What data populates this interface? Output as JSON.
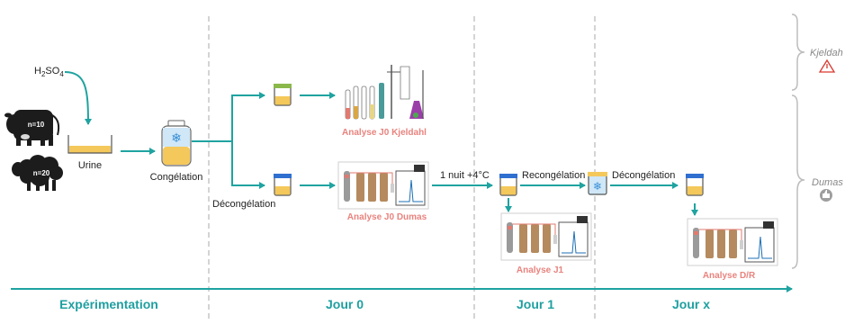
{
  "colors": {
    "teal": "#1fa3a0",
    "brace": "#bdbdbd",
    "red_label": "#e8837e",
    "timeline_text": "#1f9fa0"
  },
  "labels": {
    "reagent_main": "H",
    "reagent_sub": "2",
    "reagent_rest": "SO",
    "reagent_sub2": "4",
    "urine": "Urine",
    "cow_count": "n=10",
    "sheep_count": "n=20",
    "freezing": "Congélation",
    "thawing": "Décongélation",
    "overnight": "1 nuit +4°C",
    "refreezing": "Recongélation",
    "thawing2": "Décongélation",
    "analysis_kjeldahl": "Analyse J0 Kjeldahl",
    "analysis_dumas": "Analyse J0 Dumas",
    "analysis_j1": "Analyse J1",
    "analysis_dr": "Analyse D/R",
    "method_kjeldahl": "Kjeldah",
    "method_dumas": "Dumas"
  },
  "icons": [
    "cow-icon",
    "sheep-icon",
    "urine-tray-icon",
    "freezer-bottle-icon",
    "snowflake-icon",
    "sample-cup-icon",
    "kjeldahl-apparatus-icon",
    "dumas-apparatus-icon",
    "warning-icon",
    "thumbs-up-icon"
  ],
  "timeline": [
    "Expérimentation",
    "Jour 0",
    "Jour 1",
    "Jour x"
  ]
}
